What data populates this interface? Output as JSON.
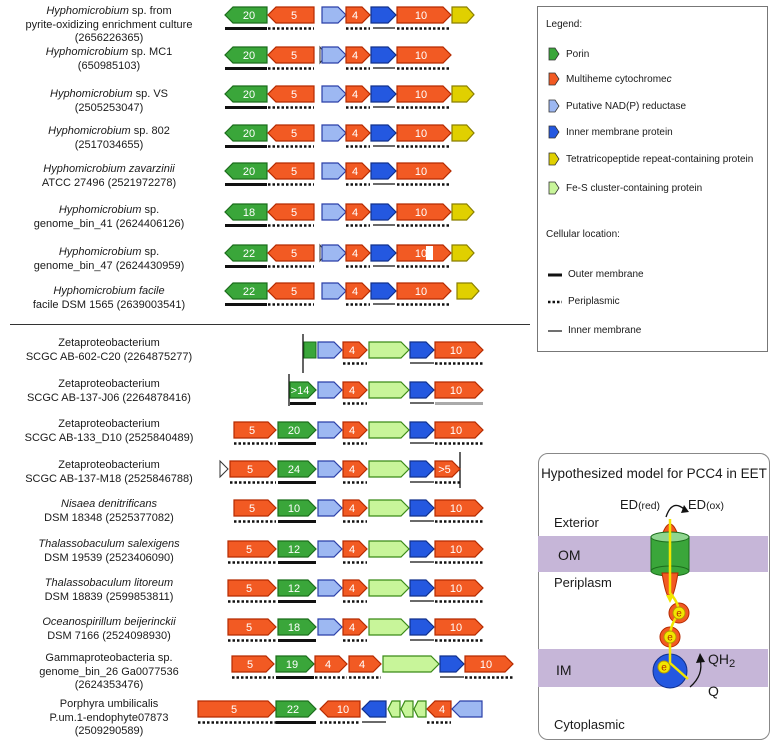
{
  "colors": {
    "porin": "#3aa63a",
    "cytochrome": "#f25a23",
    "nadp": "#9db8f2",
    "inner": "#2458e0",
    "tpr": "#e0d000",
    "fes": "#c8f59a"
  },
  "upper_organisms": [
    {
      "name": "Hyphomicrobium",
      "rest": " sp. from",
      "line2": "pyrite-oxidizing enrichment culture",
      "line3": "(2656226365)",
      "porin": "20",
      "tail": "yellow"
    },
    {
      "name": "Hyphomicrobium",
      "rest": " sp. MC1",
      "line2": "(650985103)",
      "line3": "",
      "porin": "20",
      "tail": "none"
    },
    {
      "name": "Hyphomicrobium",
      "rest": " sp. VS",
      "line2": "(2505253047)",
      "line3": "",
      "porin": "20",
      "tail": "yellow"
    },
    {
      "name": "Hyphomicrobium",
      "rest": " sp. 802",
      "line2": "(2517034655)",
      "line3": "",
      "porin": "20",
      "tail": "yellow"
    },
    {
      "name": "Hyphomicrobium zavarzinii",
      "rest": "",
      "line2": "ATCC 27496 (2521972278)",
      "line3": "",
      "porin": "20",
      "tail": "none"
    },
    {
      "name": "Hyphomicrobium",
      "rest": " sp.",
      "line2": "genome_bin_41 (2624406126)",
      "line3": "",
      "porin": "18",
      "tail": "yellow"
    },
    {
      "name": "Hyphomicrobium",
      "rest": " sp.",
      "line2": "genome_bin_47 (2624430959)",
      "line3": "",
      "porin": "22",
      "tail": "yellow"
    },
    {
      "name": "Hyphomicrobium facile",
      "rest": "",
      "line2": "facile DSM 1565 (2639003541)",
      "line3": "",
      "porin": "22",
      "tail": "yellow"
    }
  ],
  "lower_organisms": [
    {
      "name": "",
      "line1": "Zetaproteobacterium",
      "line2": "SCGC AB-602-C20 (2264875277)",
      "line3": "",
      "italic": false,
      "porin": ""
    },
    {
      "name": "",
      "line1": "Zetaproteobacterium",
      "line2": "SCGC AB-137-J06 (2264878416)",
      "line3": "",
      "italic": false,
      "porin": ">14"
    },
    {
      "name": "",
      "line1": "Zetaproteobacterium",
      "line2": "SCGC AB-133_D10 (2525840489)",
      "line3": "",
      "italic": false,
      "porin": "20"
    },
    {
      "name": "",
      "line1": "Zetaproteobacterium",
      "line2": "SCGC AB-137-M18 (2525846788)",
      "line3": "",
      "italic": false,
      "porin": "24"
    },
    {
      "name": "",
      "line1": "Nisaea denitrificans",
      "line2": "DSM 18348 (2525377082)",
      "line3": "",
      "italic": true,
      "porin": "10"
    },
    {
      "name": "",
      "line1": "Thalassobaculum salexigens",
      "line2": "DSM 19539 (2523406090)",
      "line3": "",
      "italic": true,
      "porin": "12"
    },
    {
      "name": "",
      "line1": "Thalassobaculum litoreum",
      "line2": "DSM 18839 (2599853811)",
      "line3": "",
      "italic": true,
      "porin": "12"
    },
    {
      "name": "",
      "line1": "Oceanospirillum beijerinckii",
      "line2": "DSM 7166 (2524098930)",
      "line3": "",
      "italic": true,
      "porin": "18"
    },
    {
      "name": "",
      "line1": "Gammaproteobacteria sp.",
      "line2": "genome_bin_26 Ga0077536",
      "line3": "(2624353476)",
      "italic": false,
      "porin": "19"
    },
    {
      "name": "",
      "line1": "Porphyra umbilicalis",
      "line2": "P.um.1-endophyte07873",
      "line3": "(2509290589)",
      "italic": false,
      "porin": "22"
    }
  ],
  "gene_numbers": {
    "five": "5",
    "four": "4",
    "ten": "10",
    "gt5": ">5"
  },
  "legend": {
    "title": "Legend:",
    "items": [
      {
        "label": "Porin",
        "color": "#3aa63a"
      },
      {
        "label": "Multiheme cytochrome ",
        "label_it": "c",
        "color": "#f25a23"
      },
      {
        "label": "Putative NAD(P) reductase",
        "color": "#9db8f2"
      },
      {
        "label": "Inner membrane protein",
        "color": "#2458e0"
      },
      {
        "label": "Tetratricopeptide repeat-containing protein",
        "color": "#e0d000"
      },
      {
        "label": "Fe-S cluster-containing protein",
        "color": "#c8f59a"
      }
    ],
    "cellular_title": "Cellular location:",
    "locations": [
      {
        "label": "Outer membrane",
        "style": "thick"
      },
      {
        "label": "Periplasmic",
        "style": "dotted"
      },
      {
        "label": "Inner membrane",
        "style": "thin"
      }
    ]
  },
  "model": {
    "title": "Hypothesized model for PCC4 in EET",
    "ed_red": "ED",
    "ed_red_sub": "(red)",
    "ed_ox": "ED",
    "ed_ox_sub": "(ox)",
    "exterior": "Exterior",
    "om": "OM",
    "periplasm": "Periplasm",
    "im": "IM",
    "cytoplasmic": "Cytoplasmic",
    "qh2": "QH",
    "qh2_sub": "2",
    "q": "Q",
    "electron": "e"
  }
}
